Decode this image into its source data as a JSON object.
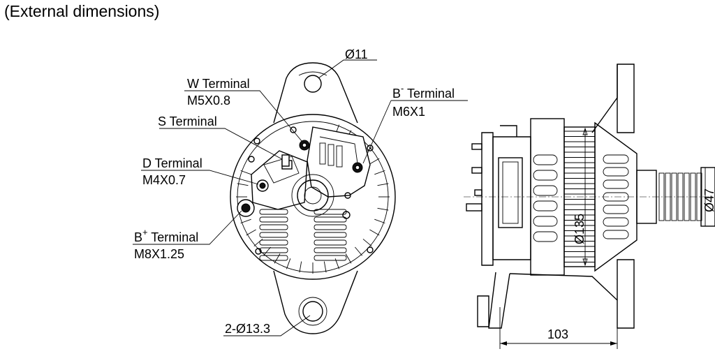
{
  "title": "(External dimensions)",
  "callouts": {
    "mount_hole": "Ø11",
    "w_terminal_name": "W Terminal",
    "w_terminal_thread": "M5X0.8",
    "s_terminal_name": "S Terminal",
    "d_terminal_name": "D Terminal",
    "d_terminal_thread": "M4X0.7",
    "b_plus_prefix": "B",
    "b_plus_sup": "+",
    "b_plus_rest": " Terminal",
    "b_plus_thread": "M8X1.25",
    "b_minus_prefix": "B",
    "b_minus_sup": "-",
    "b_minus_rest": " Terminal",
    "b_minus_thread": "M6X1",
    "bottom_holes": "2-Ø13.3"
  },
  "dimensions": {
    "body_diameter": "Ø135",
    "pulley_diameter": "Ø47",
    "mount_width": "103"
  }
}
